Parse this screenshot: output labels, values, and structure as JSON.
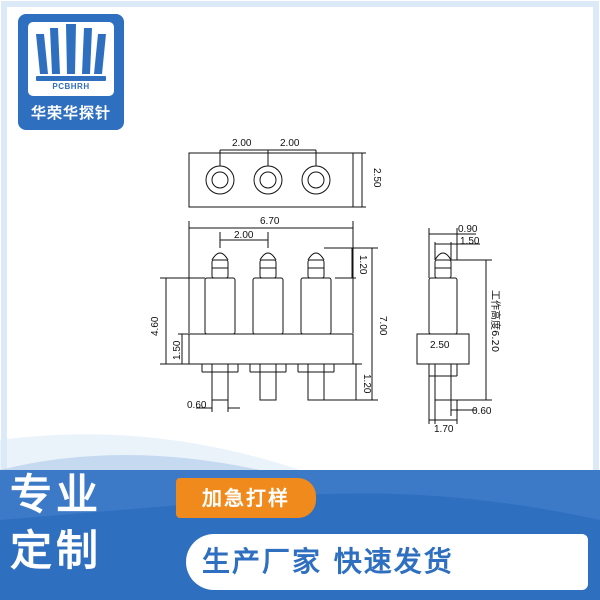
{
  "brand": {
    "logo_text": "PCBHRH",
    "name": "华荣华探针"
  },
  "drawing": {
    "top_view": {
      "pitch_1": "2.00",
      "pitch_2": "2.00",
      "height": "2.50"
    },
    "front_view": {
      "overall_width": "6.70",
      "pitch": "2.00",
      "tip_height": "1.20",
      "body_height": "4.60",
      "base_height": "1.50",
      "total_height": "7.00",
      "tail_length": "1.20",
      "tail_diameter": "0.60"
    },
    "side_view": {
      "tip_diameter": "0.90",
      "plunger_diameter": "1.50",
      "base_width": "2.50",
      "tail_diameter": "0.60",
      "tail_span": "1.70",
      "working_height": "工作高度6.20"
    }
  },
  "banner": {
    "slogan_line1": "专业",
    "slogan_line2": "定制",
    "tag": "加急打样",
    "pill": "生产厂家 快速发货"
  },
  "colors": {
    "brand_blue": "#2f6fc0",
    "accent_orange": "#f08a1c",
    "frame_light": "#dce9f6"
  }
}
